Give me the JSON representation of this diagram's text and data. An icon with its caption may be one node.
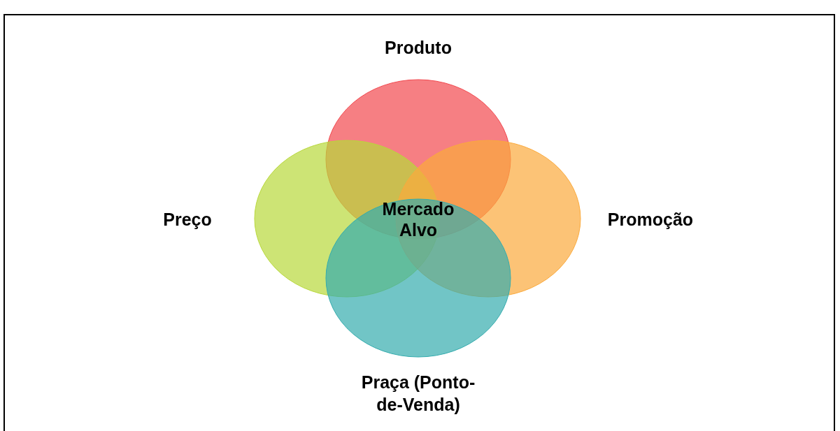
{
  "diagram": {
    "nodes": [
      {
        "text": [
          "Produto"
        ]
      },
      {
        "text": [
          "Preço"
        ]
      },
      {
        "text": [
          "Promoção"
        ]
      },
      {
        "text": [
          "Praça (Ponto-de-Venda)"
        ]
      }
    ],
    "edges": [],
    "labels": [
      "Mercado Alvo"
    ]
  }
}
